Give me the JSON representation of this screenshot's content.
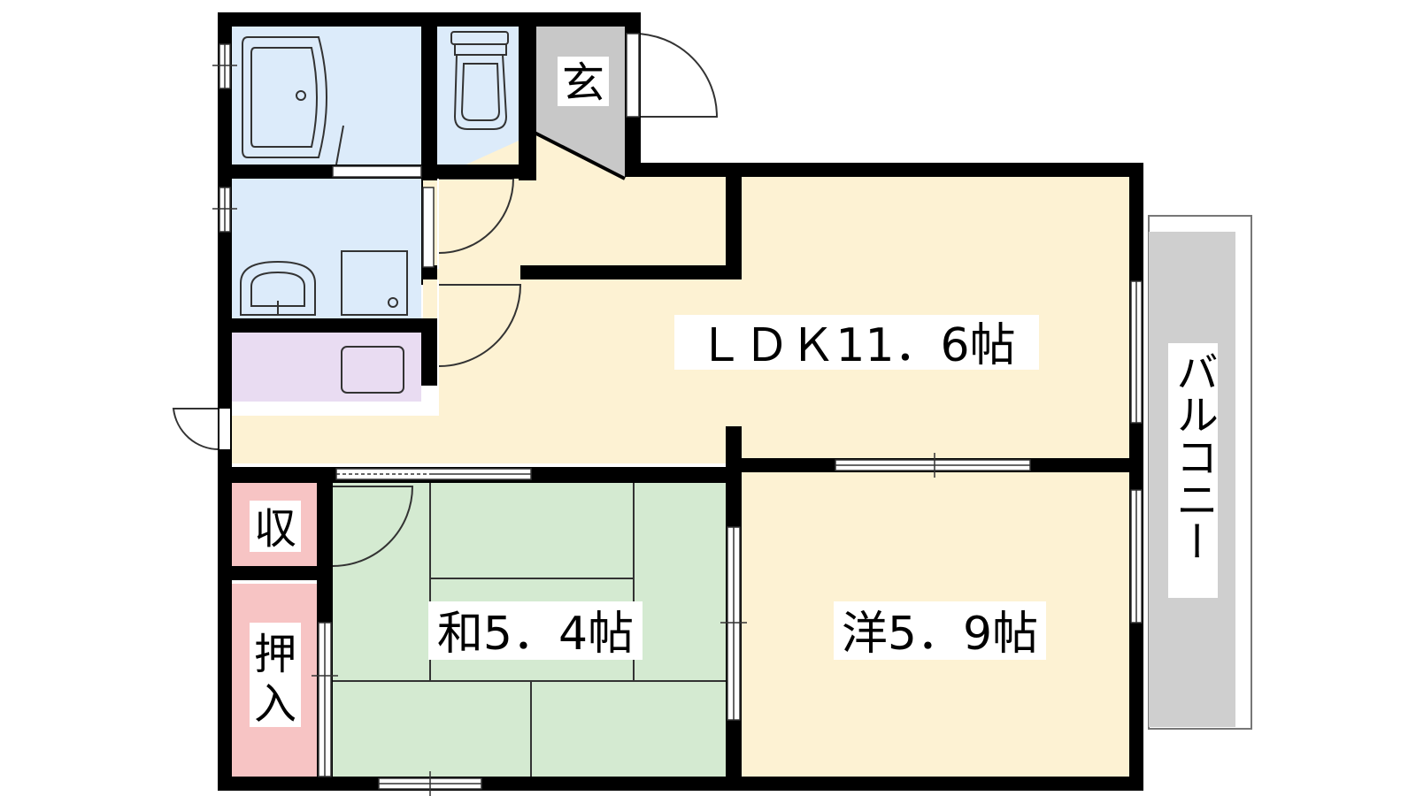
{
  "plan": {
    "colors": {
      "wall": "#000000",
      "wet_area": "#dcebfa",
      "living": "#fdf2d3",
      "tatami": "#d4ead1",
      "storage": "#f7c4c4",
      "kitchen": "#e9dcf2",
      "entrance_floor": "#c8c8c8",
      "balcony": "#cfcfcf"
    },
    "labels": {
      "genkan": "玄",
      "ldk": "ＬＤＫ11．6帖",
      "washitsu": "和5．4帖",
      "yoshitsu": "洋5．9帖",
      "shuno": "収",
      "oshiire_1": "押",
      "oshiire_2": "入",
      "balcony": "バルコニー"
    }
  }
}
